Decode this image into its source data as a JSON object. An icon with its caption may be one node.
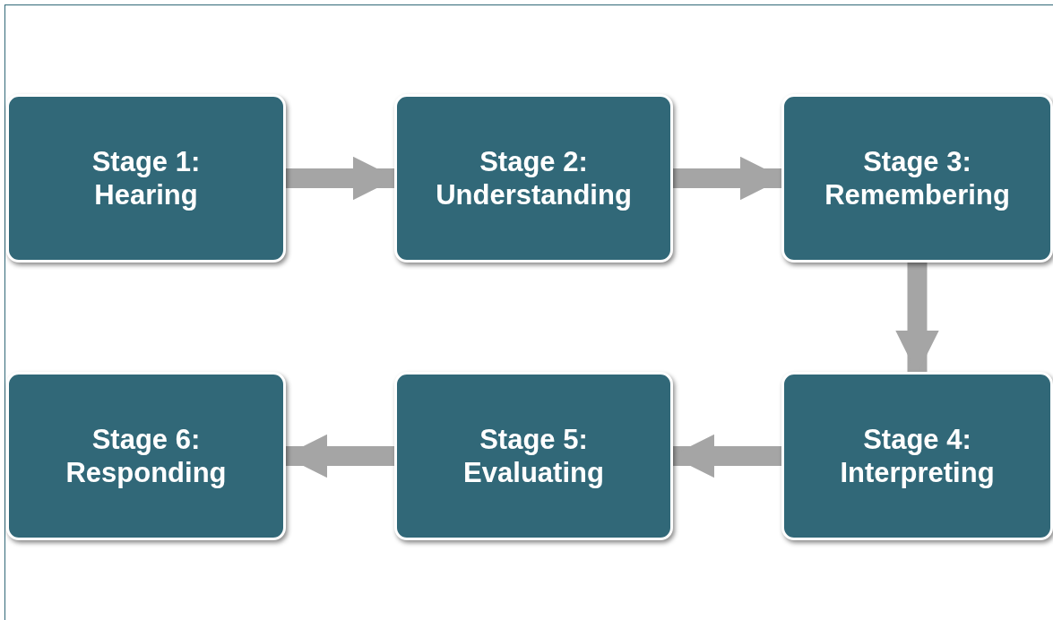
{
  "diagram": {
    "nodes": [
      {
        "text": [
          "Stage 1: Hearing"
        ]
      },
      {
        "text": [
          "Stage 2: Understanding"
        ]
      },
      {
        "text": [
          "Stage 3: Remembering"
        ]
      },
      {
        "text": [
          "Stage 4: Interpreting"
        ]
      },
      {
        "text": [
          "Stage 5: Evaluating"
        ]
      },
      {
        "text": [
          "Stage 6: Responding"
        ]
      }
    ],
    "edges": [
      {
        "from": 0,
        "to": 1,
        "arrow": "to"
      },
      {
        "from": 1,
        "to": 2,
        "arrow": "to"
      },
      {
        "from": 2,
        "to": 3,
        "arrow": "to"
      },
      {
        "from": 3,
        "to": 4,
        "arrow": "to"
      },
      {
        "from": 4,
        "to": 5,
        "arrow": "to"
      }
    ]
  }
}
